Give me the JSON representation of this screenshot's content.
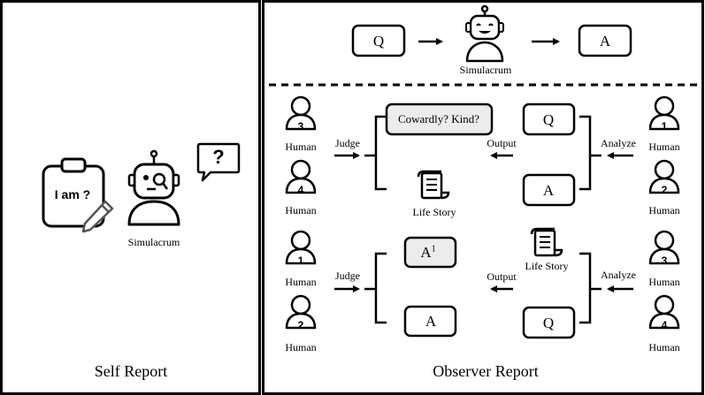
{
  "panels": {
    "left_title": "Self Report",
    "right_title": "Observer Report"
  },
  "self_report": {
    "clipboard_text": "I am ?",
    "bubble_text": "?",
    "agent_label": "Simulacrum"
  },
  "top_flow": {
    "input_label": "Q",
    "agent_label": "Simulacrum",
    "output_label": "A"
  },
  "observer": {
    "row1": {
      "judge_label": "Judge",
      "output_label": "Output",
      "analyze_label": "Analyze",
      "question_text": "Cowardly?  Kind?",
      "answer_label": "A",
      "question_box_label": "Q",
      "story_label": "Life Story",
      "judges": [
        {
          "number": "3",
          "label": "Human"
        },
        {
          "number": "4",
          "label": "Human"
        }
      ],
      "analysts": [
        {
          "number": "1",
          "label": "Human"
        },
        {
          "number": "2",
          "label": "Human"
        }
      ]
    },
    "row2": {
      "judge_label": "Judge",
      "output_label": "Output",
      "analyze_label": "Analyze",
      "generated_answer_label": "A",
      "generated_answer_sup": "1",
      "answer_label": "A",
      "question_box_label": "Q",
      "story_label": "Life Story",
      "judges": [
        {
          "number": "1",
          "label": "Human"
        },
        {
          "number": "2",
          "label": "Human"
        }
      ],
      "analysts": [
        {
          "number": "3",
          "label": "Human"
        },
        {
          "number": "4",
          "label": "Human"
        }
      ]
    }
  },
  "colors": {
    "stroke": "#000000",
    "highlight_box": "#ececec",
    "pencil": "#555555",
    "background": "#ffffff"
  }
}
